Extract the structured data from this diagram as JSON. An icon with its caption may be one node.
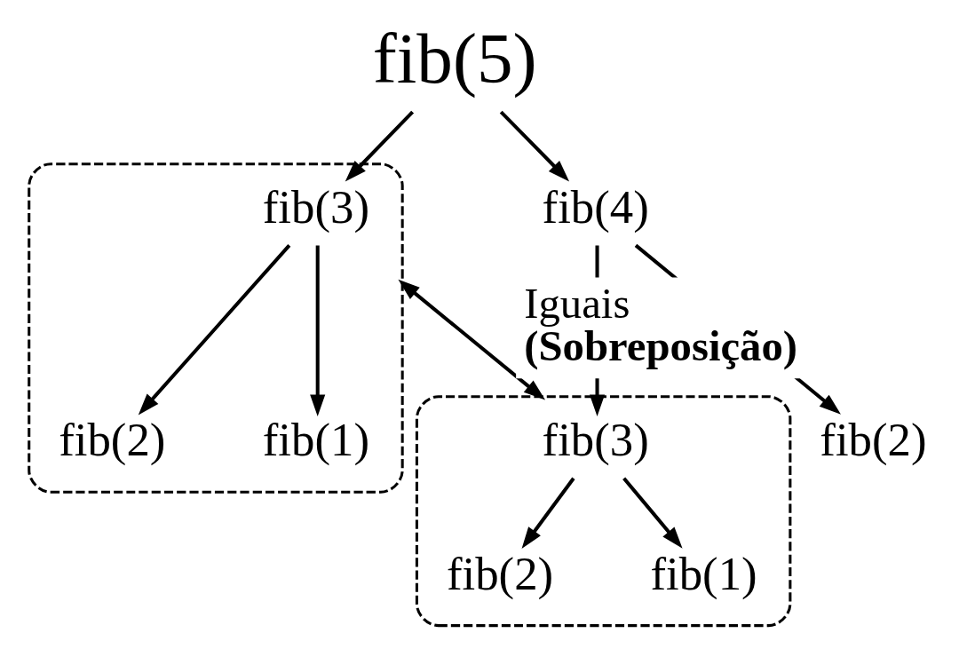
{
  "diagram": {
    "nodes": [
      {
        "text": [
          "fib(5)"
        ]
      },
      {
        "text": [
          "fib(4)"
        ]
      },
      {
        "text": [],
        "shape": "ellipse"
      },
      {
        "text": [
          "fib(3)"
        ],
        "in": 2
      },
      {
        "text": [],
        "shape": "ellipse"
      },
      {
        "text": [
          "fib(3)"
        ],
        "in": 4
      },
      {
        "text": [
          "fib(2)"
        ]
      },
      {
        "text": [
          "fib(2)"
        ],
        "in": 2
      },
      {
        "text": [
          "fib(1)"
        ],
        "in": 2
      },
      {
        "text": [
          "fib(2)"
        ],
        "in": 4
      },
      {
        "text": [
          "fib(1)"
        ],
        "in": 4
      }
    ],
    "edges": [
      {
        "from": 0,
        "to": 1,
        "arrow": "to"
      },
      {
        "from": 0,
        "to": 3,
        "arrow": "to"
      },
      {
        "from": 1,
        "to": 5,
        "arrow": "to"
      },
      {
        "from": 1,
        "to": 6,
        "arrow": "to"
      },
      {
        "from": 3,
        "to": 7,
        "arrow": "to"
      },
      {
        "from": 3,
        "to": 8,
        "arrow": "to"
      },
      {
        "from": 5,
        "to": 9,
        "arrow": "to"
      },
      {
        "from": 5,
        "to": 10,
        "arrow": "to"
      },
      {
        "from": 4,
        "to": 2,
        "arrow": "both",
        "label": "Iguais **(Sobreposição)**"
      }
    ]
  }
}
